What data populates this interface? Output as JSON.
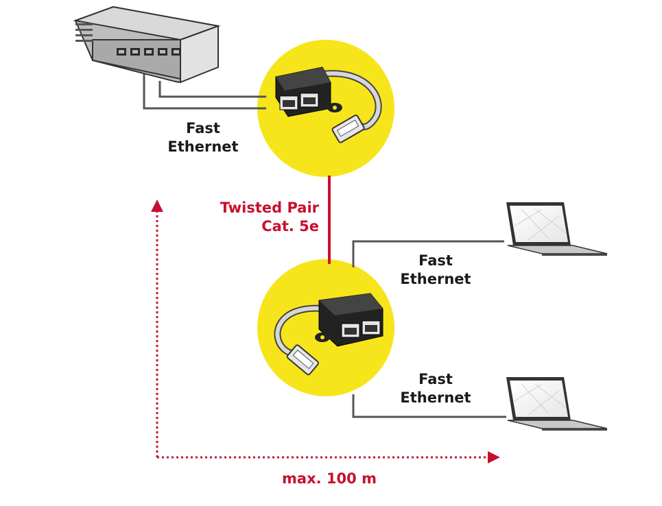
{
  "colors": {
    "accent_red": "#c8102e",
    "highlight_yellow": "#f7e51b",
    "cable_gray": "#555555"
  },
  "devices": {
    "switch": {
      "icon": "network-switch-icon"
    },
    "splitter_top": {
      "icon": "rj45-splitter-icon"
    },
    "splitter_bottom": {
      "icon": "rj45-splitter-icon"
    },
    "laptops": [
      {
        "icon": "laptop-icon"
      },
      {
        "icon": "laptop-icon"
      }
    ]
  },
  "labels": {
    "top_link": {
      "line1": "Fast",
      "line2": "Ethernet"
    },
    "trunk": {
      "line1": "Twisted Pair",
      "line2": "Cat. 5e"
    },
    "laptop1_link": {
      "line1": "Fast",
      "line2": "Ethernet"
    },
    "laptop2_link": {
      "line1": "Fast",
      "line2": "Ethernet"
    },
    "distance": "max. 100 m"
  }
}
